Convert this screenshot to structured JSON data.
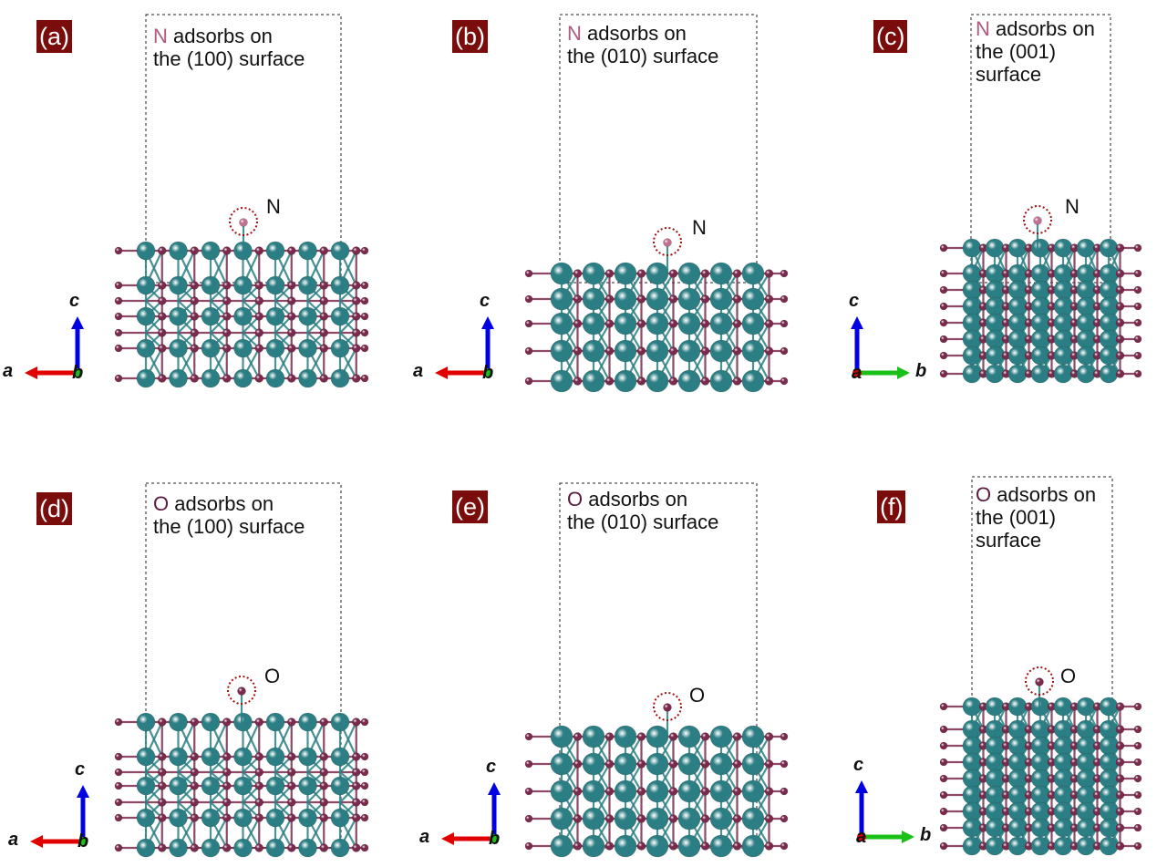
{
  "colors": {
    "metal": "#2b7f84",
    "oxygen": "#7a2a4c",
    "nitrogen": "#c07090",
    "badge": "#7a0c0c",
    "axis_a": "#e00000",
    "axis_b": "#18c018",
    "axis_c": "#0000e0",
    "marker": "#a01010"
  },
  "panels": [
    {
      "id": "a",
      "label": "(a)",
      "element": "N",
      "element_color": "#b05a80",
      "caption_rest": [
        " adsorbs on",
        "the (100) surface"
      ],
      "adsorbate": "N",
      "axes": {
        "horizontal": "a",
        "horizontal_dir": "left",
        "center": "b",
        "vertical": "c"
      }
    },
    {
      "id": "b",
      "label": "(b)",
      "element": "N",
      "element_color": "#b05a80",
      "caption_rest": [
        " adsorbs on",
        "the (010) surface"
      ],
      "adsorbate": "N",
      "axes": {
        "horizontal": "a",
        "horizontal_dir": "left",
        "center": "b",
        "vertical": "c"
      }
    },
    {
      "id": "c",
      "label": "(c)",
      "element": "N",
      "element_color": "#b05a80",
      "caption_rest": [
        " adsorbs on",
        "the (001)",
        "surface"
      ],
      "adsorbate": "N",
      "axes": {
        "horizontal": "b",
        "horizontal_dir": "right",
        "center": "a",
        "vertical": "c"
      }
    },
    {
      "id": "d",
      "label": "(d)",
      "element": "O",
      "element_color": "#5a1a40",
      "caption_rest": [
        " adsorbs on",
        "the (100) surface"
      ],
      "adsorbate": "O",
      "axes": {
        "horizontal": "a",
        "horizontal_dir": "left",
        "center": "b",
        "vertical": "c"
      }
    },
    {
      "id": "e",
      "label": "(e)",
      "element": "O",
      "element_color": "#5a1a40",
      "caption_rest": [
        " adsorbs on",
        "the (010) surface"
      ],
      "adsorbate": "O",
      "axes": {
        "horizontal": "a",
        "horizontal_dir": "left",
        "center": "b",
        "vertical": "c"
      }
    },
    {
      "id": "f",
      "label": "(f)",
      "element": "O",
      "element_color": "#5a1a40",
      "caption_rest": [
        " adsorbs on",
        "the (001)",
        "surface"
      ],
      "adsorbate": "O",
      "axes": {
        "horizontal": "b",
        "horizontal_dir": "right",
        "center": "a",
        "vertical": "c"
      }
    }
  ]
}
